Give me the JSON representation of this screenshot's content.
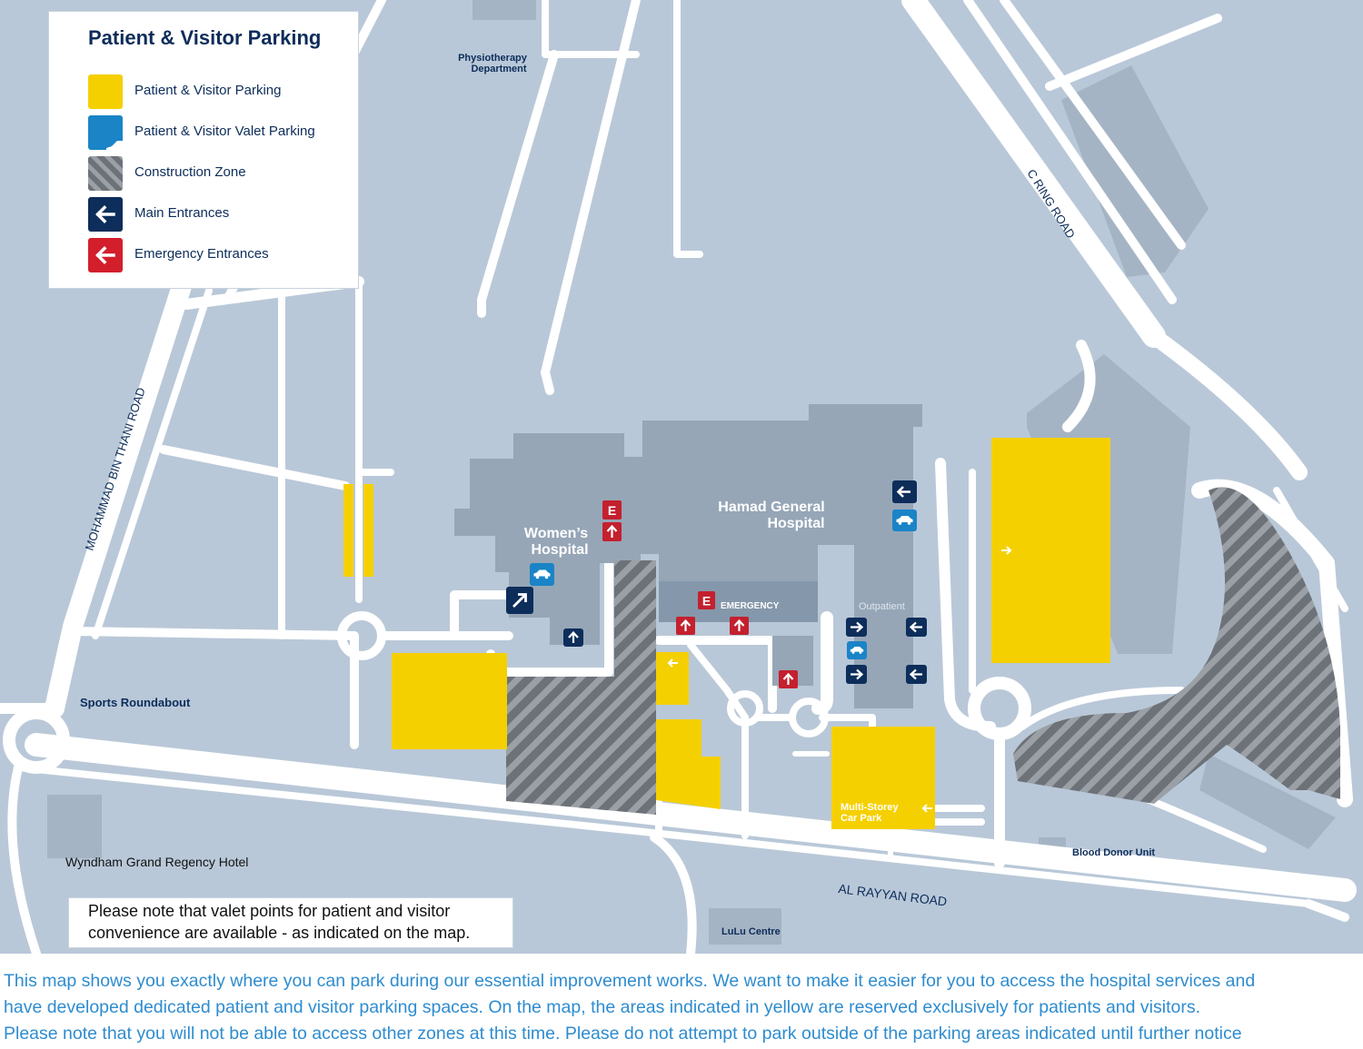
{
  "legend": {
    "title": "Patient & Visitor Parking",
    "items": [
      {
        "label": "Patient & Visitor Parking",
        "icon": "yellow-swatch",
        "color": "#f5d000"
      },
      {
        "label": "Patient & Visitor Valet Parking",
        "icon": "car-icon",
        "color": "#1a84c7"
      },
      {
        "label": "Construction Zone",
        "icon": "hatch-swatch",
        "color": "#7a7f85"
      },
      {
        "label": "Main Entrances",
        "icon": "arrow-left-icon",
        "color": "#0d2d5a"
      },
      {
        "label": "Emergency Entrances",
        "icon": "arrow-left-icon",
        "color": "#d21f2b"
      }
    ]
  },
  "map": {
    "roads": {
      "c_ring": "C RING ROAD",
      "mohammad_bin_thani": "MOHAMMAD BIN THANI ROAD",
      "al_rayyan": "AL RAYYAN ROAD"
    },
    "places": {
      "physio_line1": "Physiotherapy",
      "physio_line2": "Department",
      "hamad_line1": "Hamad General",
      "hamad_line2": "Hospital",
      "womens_line1": "Women’s",
      "womens_line2": "Hospital",
      "emergency": "EMERGENCY",
      "outpatient": "Outpatient",
      "sports_roundabout": "Sports Roundabout",
      "wyndham": "Wyndham Grand Regency Hotel",
      "lulu": "LuLu Centre",
      "blood_donor": "Blood Donor Unit",
      "multi_storey_line1": "Multi-Storey",
      "multi_storey_line2": "Car Park"
    },
    "emergency_letter": "E"
  },
  "note": {
    "line1": "Please note that valet points for patient and visitor",
    "line2": "convenience are available - as indicated on the map."
  },
  "footer": {
    "line1": "This map shows you exactly where you can park during our essential improvement works. We want to make it easier for you to access the hospital services and",
    "line2": "have developed dedicated patient and visitor parking spaces. On the map, the areas indicated in yellow are reserved exclusively for patients and visitors.",
    "line3": "Please note that you will not be able to access other zones at this time. Please do not attempt to park outside of the parking areas indicated until further notice"
  },
  "colors": {
    "ground": "#b9c8d8",
    "road": "#ffffff",
    "building": "#96a6b7",
    "parking": "#f5d000",
    "main_entrance": "#0d2d5a",
    "emergency": "#c4202e",
    "valet": "#1a84c7",
    "text_dark": "#0d2d5a",
    "footer_text": "#2e8ccf"
  }
}
